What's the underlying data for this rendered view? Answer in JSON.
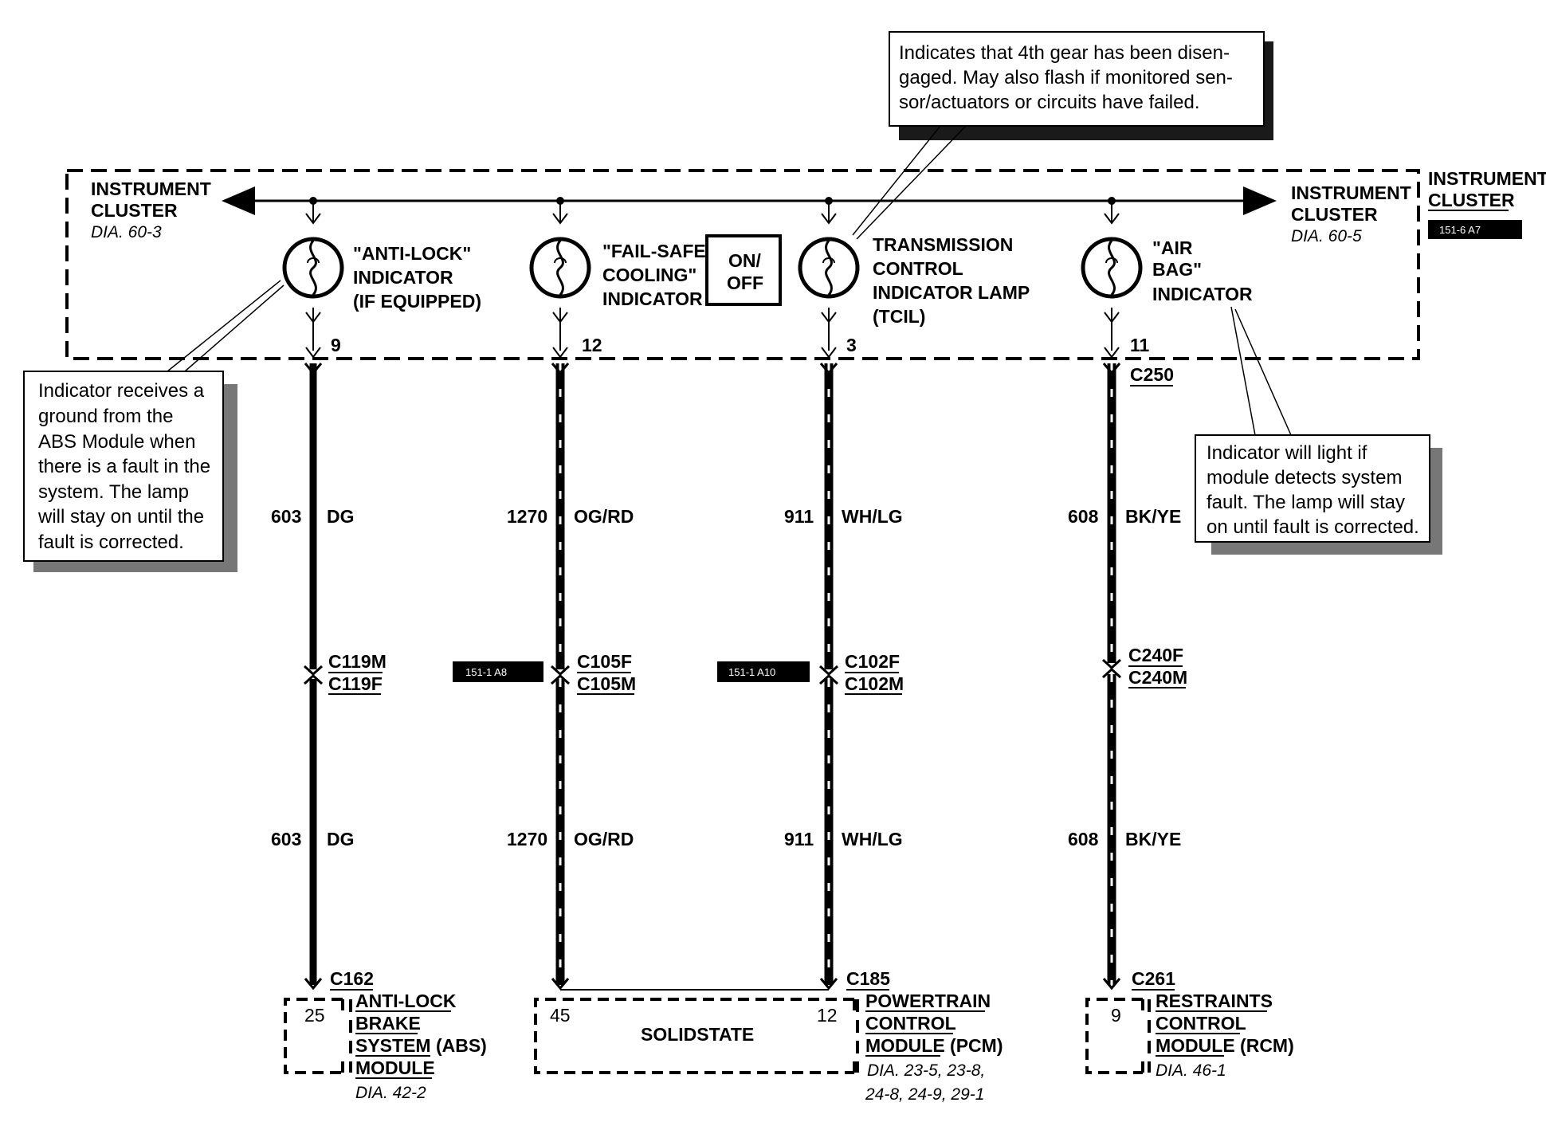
{
  "callouts": {
    "top_note": [
      "Indicates that 4th gear has been disen-",
      "gaged. May also flash if monitored sen-",
      "sor/actuators or circuits have failed."
    ],
    "left_note": [
      "Indicator receives a",
      "ground from the",
      "ABS Module when",
      "there is a fault in the",
      "system. The lamp",
      "will stay on until the",
      "fault is corrected."
    ],
    "right_note": [
      "Indicator will light if",
      "module detects system",
      "fault.  The lamp will stay",
      "on until fault is corrected."
    ]
  },
  "cluster": {
    "left_label": [
      "INSTRUMENT",
      "CLUSTER"
    ],
    "left_dia": "DIA. 60-3",
    "right_label": [
      "INSTRUMENT",
      "CLUSTER"
    ],
    "right_dia": "DIA. 60-5",
    "corner_label": [
      "INSTRUMENT",
      "CLUSTER"
    ],
    "corner_ref": "151-6 A7",
    "switch": [
      "ON/",
      "OFF"
    ]
  },
  "indicators": [
    {
      "label": [
        "\"ANTI-LOCK\"",
        "INDICATOR",
        "(IF EQUIPPED)"
      ],
      "pin": "9"
    },
    {
      "label": [
        "\"FAIL-SAFE",
        "COOLING\"",
        "INDICATOR"
      ],
      "pin": "12"
    },
    {
      "label": [
        "TRANSMISSION",
        "CONTROL",
        "INDICATOR LAMP",
        "(TCIL)"
      ],
      "pin": "3"
    },
    {
      "label": [
        "\"AIR",
        "BAG\"",
        "INDICATOR"
      ],
      "pin": "11"
    }
  ],
  "circuits": [
    {
      "num": "603",
      "color": "DG",
      "conn_top": "C119M",
      "conn_bot": "C119F",
      "ref": "",
      "end_conn": "C162"
    },
    {
      "num": "1270",
      "color": "OG/RD",
      "conn_top": "C105F",
      "conn_bot": "C105M",
      "ref": "151-1 A8",
      "end_conn": ""
    },
    {
      "num": "911",
      "color": "WH/LG",
      "conn_top": "C102F",
      "conn_bot": "C102M",
      "ref": "151-1 A10",
      "end_conn": "C185"
    },
    {
      "num": "608",
      "color": "BK/YE",
      "conn_top": "C240F",
      "conn_bot": "C240M",
      "ref": "",
      "end_conn": "C261"
    }
  ],
  "c250": "C250",
  "modules": {
    "abs": {
      "pin": "25",
      "name": [
        "ANTI-LOCK",
        "BRAKE",
        "SYSTEM (ABS)",
        "MODULE"
      ],
      "dia": "DIA. 42-2"
    },
    "pcm": {
      "pin_left": "45",
      "pin_right": "12",
      "inner": "SOLIDSTATE",
      "name": [
        "POWERTRAIN",
        "CONTROL",
        "MODULE (PCM)"
      ],
      "dia": [
        "DIA. 23-5, 23-8,",
        "24-8, 24-9, 29-1"
      ]
    },
    "rcm": {
      "pin": "9",
      "name": [
        "RESTRAINTS",
        "CONTROL",
        "MODULE (RCM)"
      ],
      "dia": "DIA. 46-1"
    }
  }
}
